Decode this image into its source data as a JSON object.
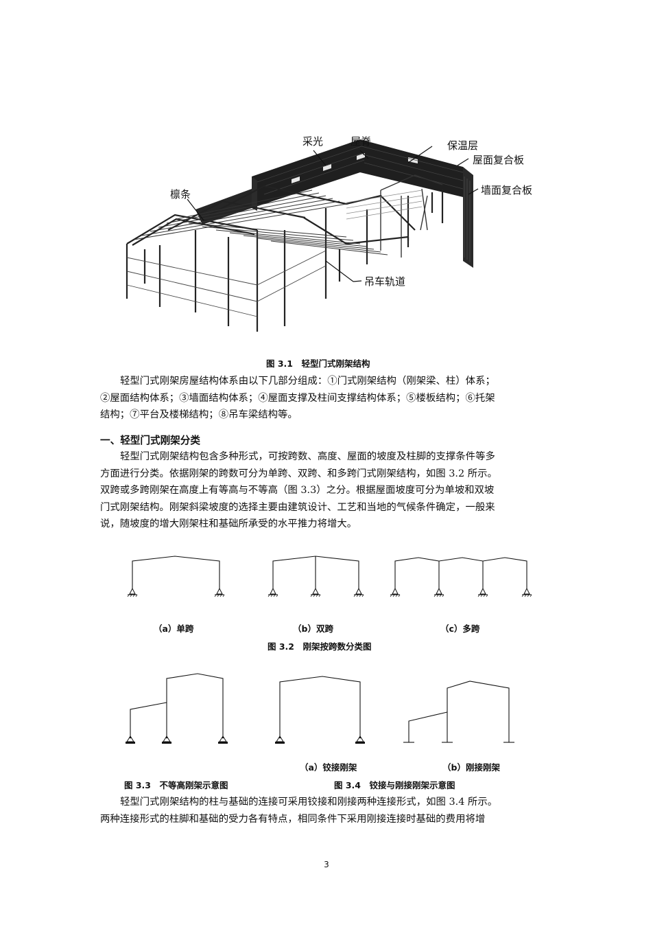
{
  "figure31": {
    "labels": {
      "lighting": "采光",
      "ridge": "屋脊",
      "insulation": "保温层",
      "roof_panel": "屋面复合板",
      "purlin": "檩条",
      "wall_panel": "墙面复合板",
      "crane_rail": "吊车轨道"
    },
    "caption": "图 3.1　轻型门式刚架结构"
  },
  "para1": {
    "lines": [
      "轻型门式刚架房屋结构体系由以下几部分组成：①门式刚架结构（刚架梁、柱）体系；",
      "②屋面结构体系；③墙面结构体系；④屋面支撑及柱间支撑结构体系；⑤楼板结构；⑥托架",
      "结构；⑦平台及楼梯结构；⑧吊车梁结构等。"
    ]
  },
  "section1": {
    "heading": "一、轻型门式刚架分类"
  },
  "para2": {
    "lines": [
      "轻型门式刚架结构包含多种形式，可按跨数、高度、屋面的坡度及柱脚的支撑条件等多",
      "方面进行分类。依据刚架的跨数可分为单跨、双跨、和多跨门式刚架结构，如图 3.2 所示。",
      "双跨或多跨刚架在高度上有等高与不等高（图 3.3）之分。根据屋面坡度可分为单坡和双坡",
      "门式刚架结构。刚架斜梁坡度的选择主要由建筑设计、工艺和当地的气候条件确定，一般来",
      "说，随坡度的增大刚架柱和基础所承受的水平推力将增大。"
    ]
  },
  "figure32": {
    "sub_a": "（a）单跨",
    "sub_b": "（b）双跨",
    "sub_c": "（c）多跨",
    "caption": "图 3.2　刚架按跨数分类图"
  },
  "figure33": {
    "caption": "图 3.3　不等高刚架示意图"
  },
  "figure34": {
    "sub_a": "（a）铰接刚架",
    "sub_b": "（b）刚接刚架",
    "caption": "图 3.4　铰接与刚接刚架示意图"
  },
  "para3": {
    "lines": [
      "轻型门式刚架结构的柱与基础的连接可采用铰接和刚接两种连接形式，如图 3.4 所示。",
      "两种连接形式的柱脚和基础的受力各有特点，相同条件下采用刚接连接时基础的费用将增"
    ]
  },
  "page_number": "3"
}
